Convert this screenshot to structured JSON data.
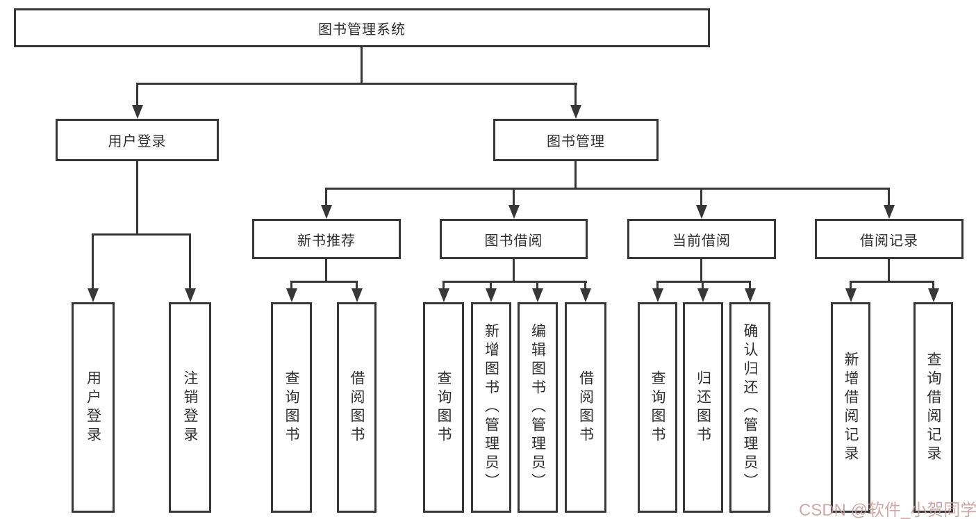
{
  "colors": {
    "background": "#ffffff",
    "line": "#373737",
    "text": "#2f2f2f",
    "watermark": "#c89a9a"
  },
  "nodes": {
    "root": {
      "label": "图书管理系统"
    },
    "user_login": {
      "label": "用户登录"
    },
    "book_mgmt": {
      "label": "图书管理"
    },
    "new_book_rec": {
      "label": "新书推荐"
    },
    "book_borrow": {
      "label": "图书借阅"
    },
    "current_borrow": {
      "label": "当前借阅"
    },
    "borrow_records": {
      "label": "借阅记录"
    },
    "leaf_user_login": {
      "label": "用户登录"
    },
    "leaf_logout": {
      "label": "注销登录"
    },
    "leaf_query_book_rec": {
      "label": "查询图书"
    },
    "leaf_borrow_book_rec": {
      "label": "借阅图书"
    },
    "leaf_query_book_borrow": {
      "label": "查询图书"
    },
    "leaf_add_book": {
      "label": "新增图书（管理员）"
    },
    "leaf_edit_book": {
      "label": "编辑图书（管理员）"
    },
    "leaf_borrow_book_borrow": {
      "label": "借阅图书"
    },
    "leaf_query_book_current": {
      "label": "查询图书"
    },
    "leaf_return_book": {
      "label": "归还图书"
    },
    "leaf_confirm_return": {
      "label": "确认归还（管理员）"
    },
    "leaf_add_borrow_record": {
      "label": "新增借阅记录"
    },
    "leaf_query_borrow_record": {
      "label": "查询借阅记录"
    }
  },
  "watermark": {
    "text": "CSDN @软件_小贺同学"
  }
}
